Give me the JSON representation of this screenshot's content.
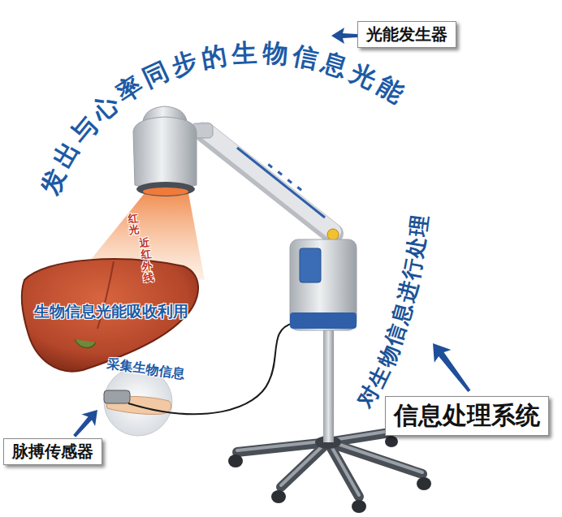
{
  "diagram": {
    "nodes": [
      {
        "text": [
          "光能发生器"
        ]
      },
      {
        "text": [
          "信息处理系统"
        ]
      },
      {
        "text": [
          "脉搏传感器"
        ]
      }
    ],
    "labels": [
      "发出与心率同步的生物信息光能",
      "红光",
      "近红外线",
      "生物信息光能吸收利用",
      "采集生物信息",
      "对生物信息进行处理"
    ]
  }
}
